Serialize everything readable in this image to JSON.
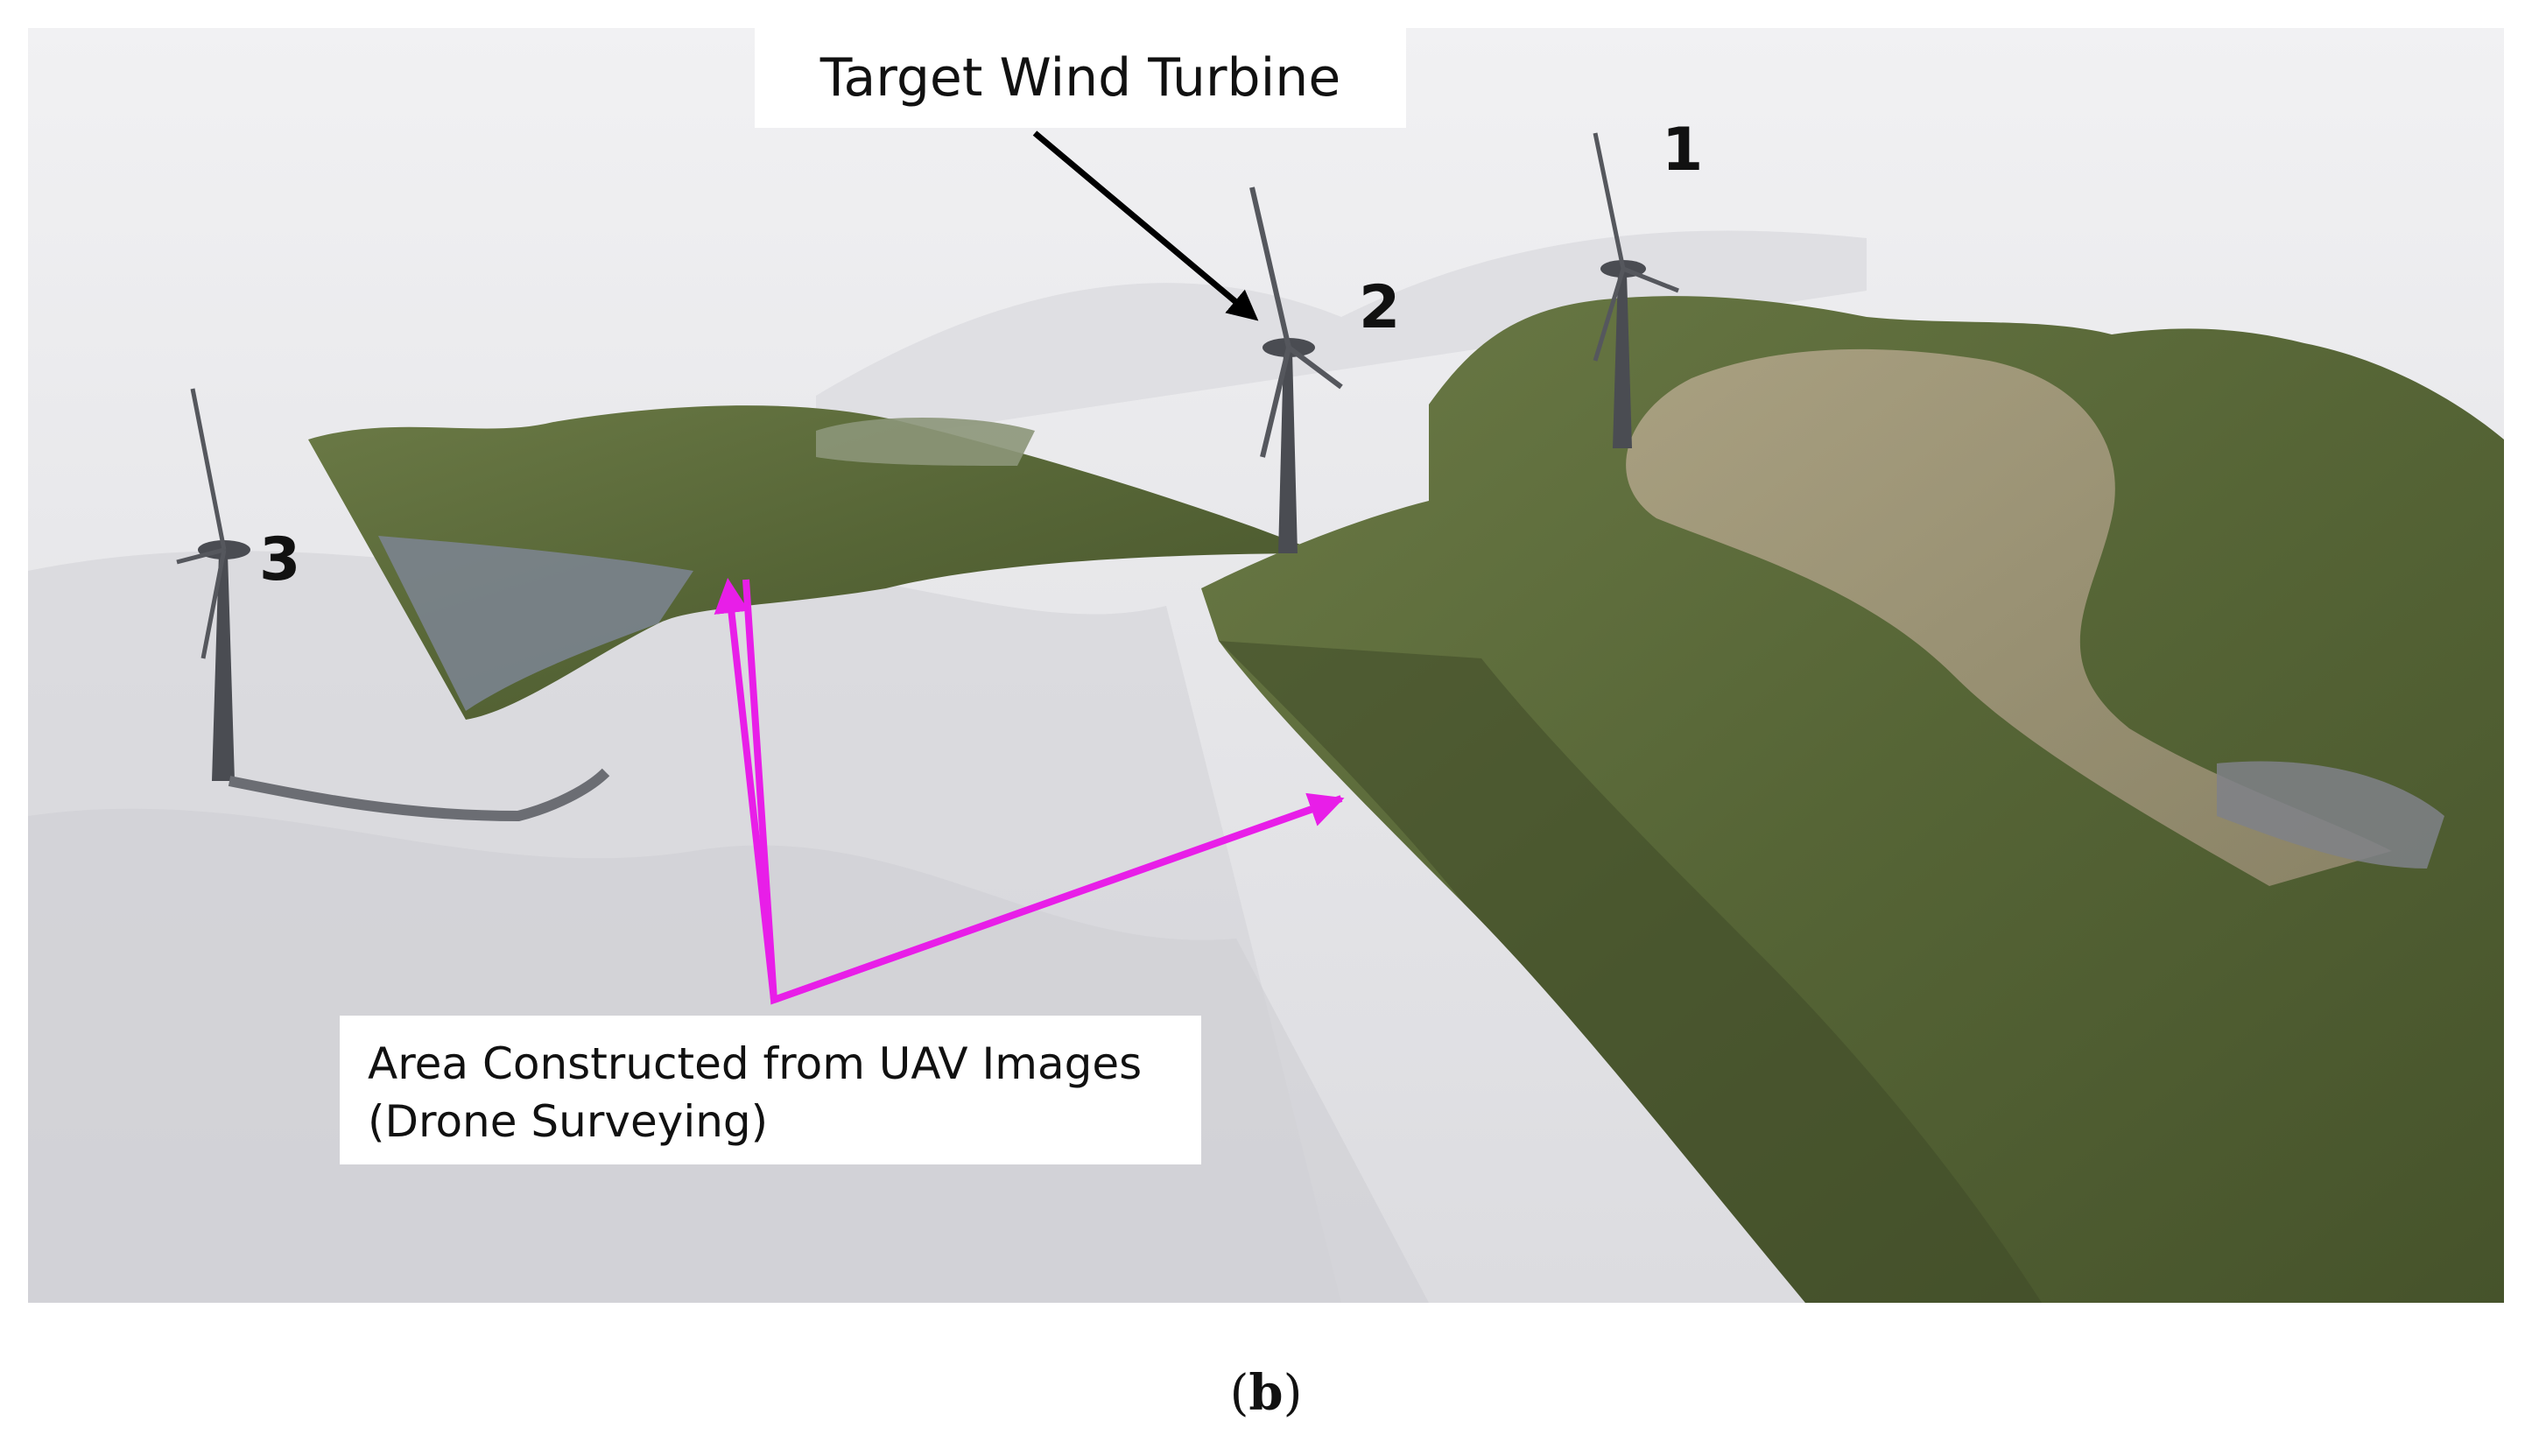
{
  "scene": {
    "colors": {
      "sky_terrain": "#e9e9ec",
      "grass": "#5e6e3b",
      "grass_dark": "#3e4b26",
      "dirt": "#a79a7e",
      "turbine": "#4a4c52",
      "magenta_arrow": "#e81ee8",
      "black_arrow": "#000000"
    },
    "labels": {
      "target": "Target Wind Turbine",
      "area_line1": "Area Constructed from UAV Images",
      "area_line2": "(Drone Surveying)"
    },
    "turbines": [
      {
        "number": "1"
      },
      {
        "number": "2"
      },
      {
        "number": "3"
      }
    ]
  },
  "caption": {
    "open": "(",
    "letter": "b",
    "close": ")"
  }
}
